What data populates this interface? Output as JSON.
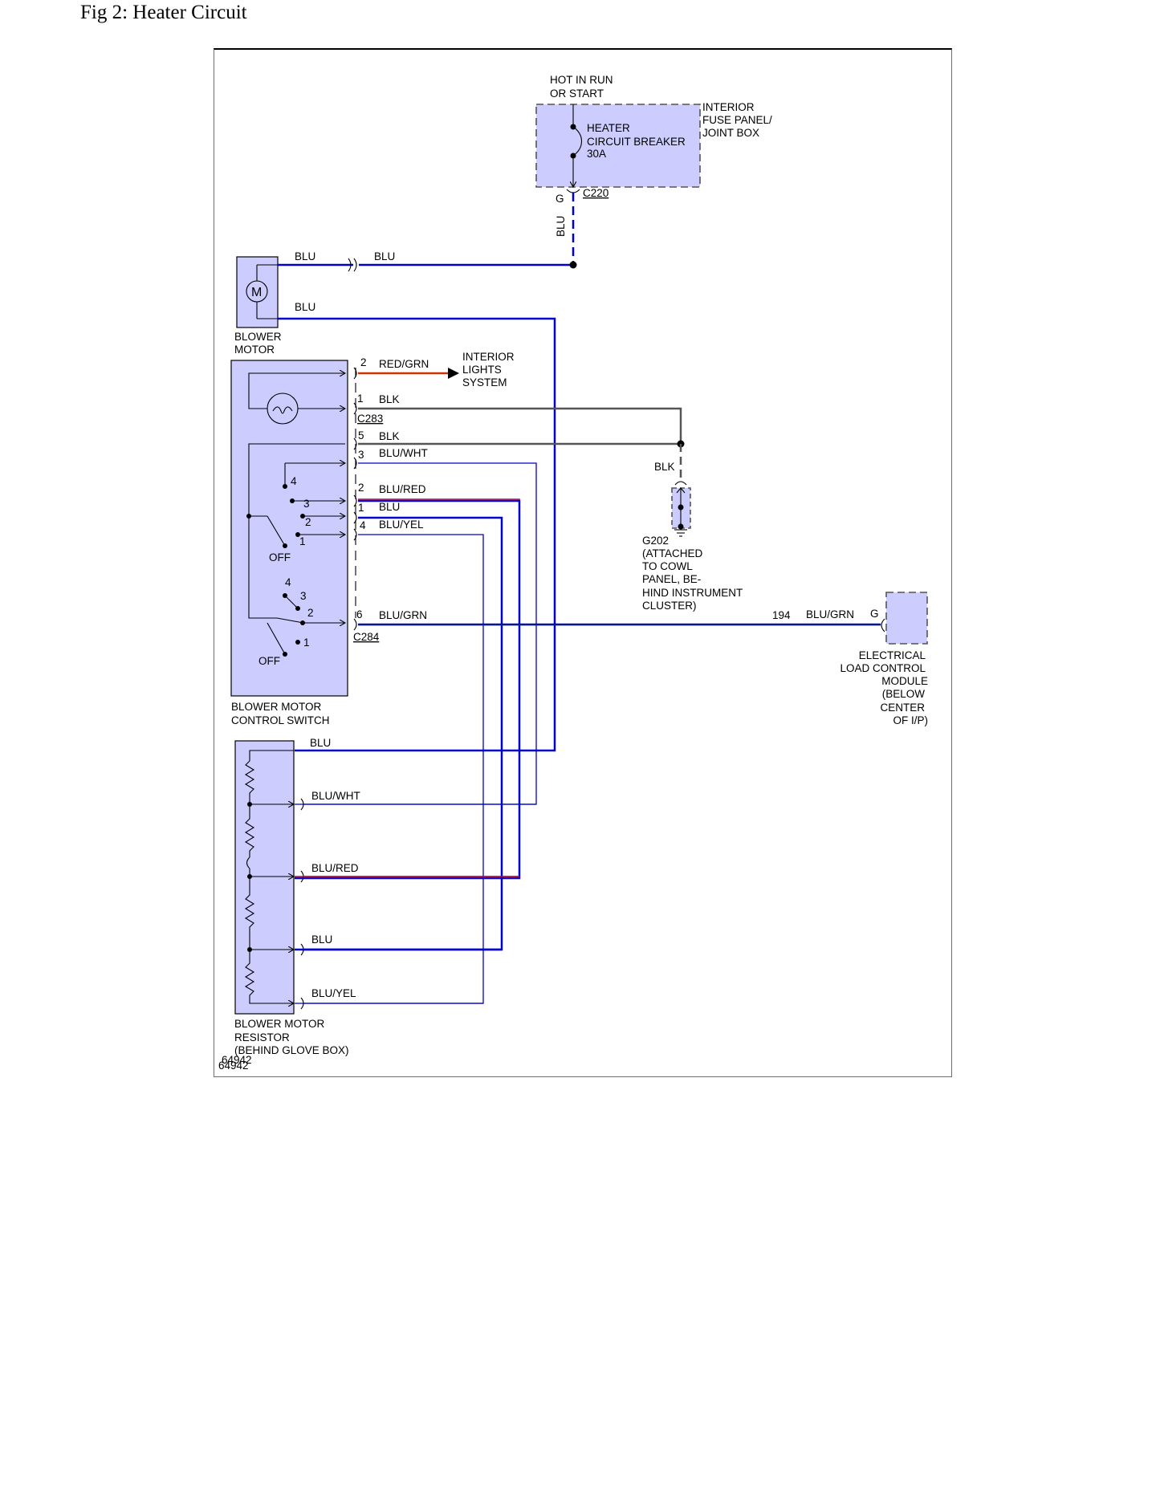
{
  "title": "Fig 2: Heater Circuit",
  "colors": {
    "component_fill": "#ccccff",
    "wire_blu": "#0000cc",
    "wire_blk": "#555555",
    "wire_red_grn": "#cc3300",
    "wire_blu_red": "#cc0044"
  },
  "power": {
    "line1": "HOT IN RUN",
    "line2": "OR START"
  },
  "breaker": {
    "line1": "HEATER",
    "line2": "CIRCUIT BREAKER",
    "line3": "30A"
  },
  "fuse_panel": {
    "line1": "INTERIOR",
    "line2": "FUSE PANEL/",
    "line3": "JOINT BOX"
  },
  "c220": {
    "name": "C220",
    "pin": "G",
    "wire": "BLU"
  },
  "blower_motor": {
    "symbol": "M",
    "line1": "BLOWER",
    "line2": "MOTOR",
    "wire_top_left": "BLU",
    "wire_top_right": "BLU",
    "wire_bottom": "BLU"
  },
  "interior_lights": {
    "line1": "INTERIOR",
    "line2": "LIGHTS",
    "line3": "SYSTEM"
  },
  "c283": {
    "name": "C283",
    "pins": [
      {
        "pin": "2",
        "wire": "RED/GRN"
      },
      {
        "pin": "1",
        "wire": "BLK"
      },
      {
        "pin": "5",
        "wire": "BLK"
      },
      {
        "pin": "3",
        "wire": "BLU/WHT"
      },
      {
        "pin": "2",
        "wire": "BLU/RED"
      },
      {
        "pin": "1",
        "wire": "BLU"
      },
      {
        "pin": "4",
        "wire": "BLU/YEL"
      }
    ]
  },
  "c284": {
    "name": "C284",
    "pin": "6",
    "wire": "BLU/GRN"
  },
  "switch_upper": {
    "pos4": "4",
    "pos3": "3",
    "pos2": "2",
    "pos1": "1",
    "off": "OFF"
  },
  "switch_lower": {
    "pos4": "4",
    "pos3": "3",
    "pos2": "2",
    "pos1": "1",
    "off": "OFF"
  },
  "control_switch": {
    "line1": "BLOWER MOTOR",
    "line2": "CONTROL SWITCH"
  },
  "ground": {
    "wire": "BLK",
    "line1": "G202",
    "line2": "(ATTACHED",
    "line3": "TO COWL",
    "line4": "PANEL, BE-",
    "line5": "HIND INSTRUMENT",
    "line6": "CLUSTER)"
  },
  "elcm": {
    "circuit": "194",
    "wire": "BLU/GRN",
    "pin": "G",
    "line1": "ELECTRICAL",
    "line2": "LOAD CONTROL",
    "line3": "MODULE",
    "line4": "(BELOW",
    "line5": "CENTER",
    "line6": "OF I/P)"
  },
  "resistor": {
    "wires": [
      "BLU",
      "BLU/WHT",
      "BLU/RED",
      "BLU",
      "BLU/YEL"
    ],
    "line1": "BLOWER MOTOR",
    "line2": "RESISTOR",
    "line3": "(BEHIND GLOVE BOX)"
  },
  "figure_id_1": "64942",
  "figure_id_2": "64942"
}
